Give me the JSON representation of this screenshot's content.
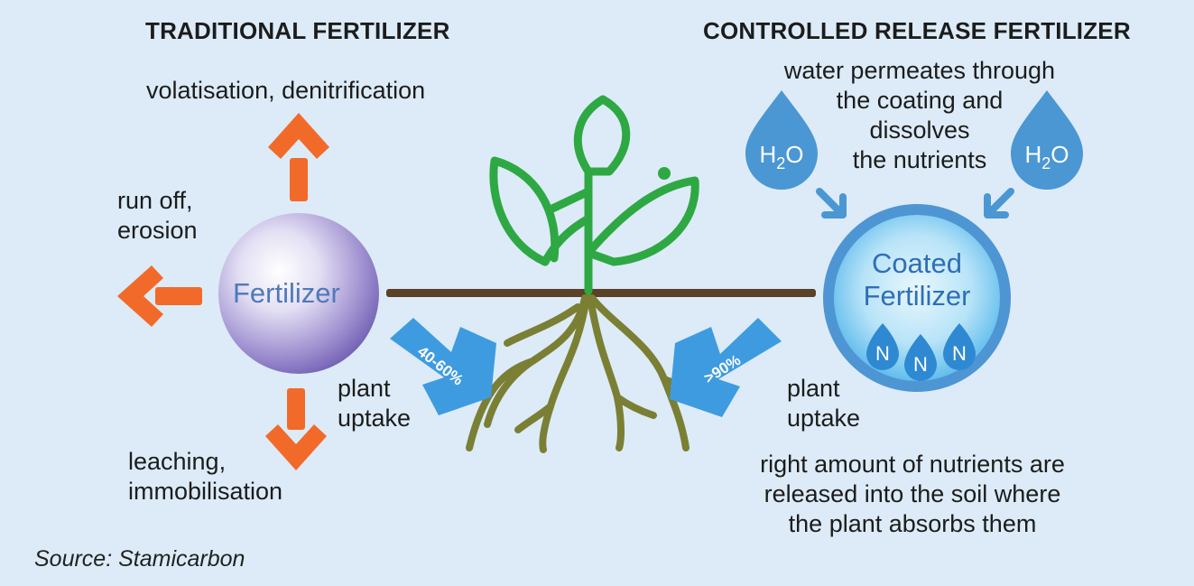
{
  "left": {
    "title": "TRADITIONAL FERTILIZER",
    "up_label": "volatisation, denitrification",
    "side_label_line1": "run off,",
    "side_label_line2": "erosion",
    "down_label_line1": "leaching,",
    "down_label_line2": "immobilisation",
    "granule_label": "Fertilizer",
    "uptake_percent": "40-60%",
    "uptake_line1": "plant",
    "uptake_line2": "uptake"
  },
  "right": {
    "title": "CONTROLLED RELEASE FERTILIZER",
    "water_line1": "water permeates through",
    "water_line2": "the coating and",
    "water_line3": "dissolves",
    "water_line4": "the nutrients",
    "drop_label_h": "H",
    "drop_label_sub": "2",
    "drop_label_o": "O",
    "granule_line1": "Coated",
    "granule_line2": "Fertilizer",
    "nutrient_symbol": "N",
    "uptake_percent": ">90%",
    "uptake_line1": "plant",
    "uptake_line2": "uptake",
    "release_line1": "right amount of nutrients are",
    "release_line2": "released into the soil where",
    "release_line3": "the plant absorbs them"
  },
  "source": "Source: Stamicarbon",
  "colors": {
    "background": "#dcebf7",
    "orange_arrow": "#f26a2a",
    "blue_arrow": "#3e9be0",
    "stem_green": "#2ea843",
    "root_olive": "#7a7f34",
    "soil_brown": "#5b4128",
    "left_granule": "#8a7ac4",
    "right_granule": "#4aa9e3",
    "water_drop": "#4a97d3"
  }
}
